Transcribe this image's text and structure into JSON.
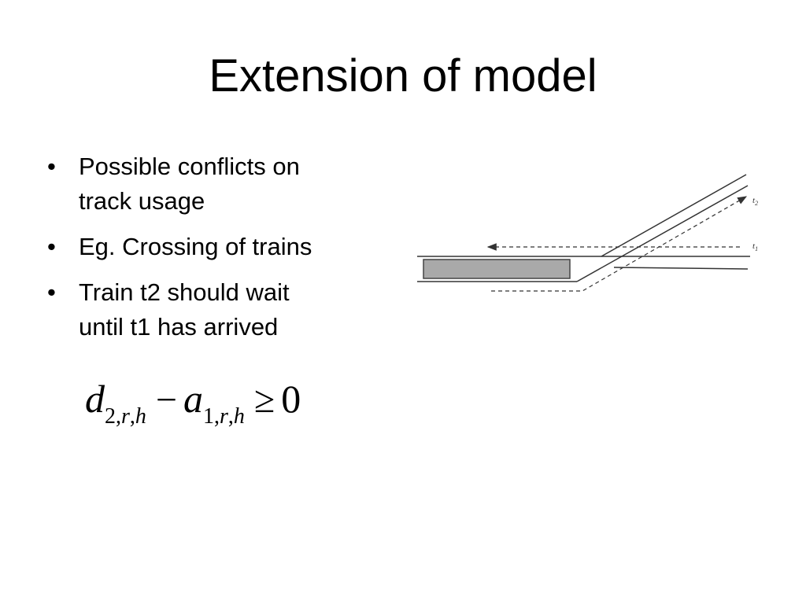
{
  "slide": {
    "title": "Extension of model",
    "bullets": [
      {
        "line1": "Possible conflicts on",
        "line2": "track usage"
      },
      {
        "line1": "Eg. Crossing of trains",
        "line2": ""
      },
      {
        "line1": "Train t2 should wait",
        "line2": "until t1 has arrived"
      }
    ],
    "bullet_glyph": "•"
  },
  "diagram": {
    "label_t2": "t",
    "label_t2_sub": "2",
    "label_t1": "t",
    "label_t1_sub": "1",
    "platform_color": "#a9a9a9",
    "line_color": "#333333"
  },
  "equation": {
    "var1": "d",
    "sub1_num": "2,",
    "sub1_r": "r",
    "sub1_comma": ",",
    "sub1_h": "h",
    "minus": "−",
    "var2": "a",
    "sub2_num": "1,",
    "sub2_r": "r",
    "sub2_comma": ",",
    "sub2_h": "h",
    "geq": "≥",
    "rhs": "0"
  }
}
